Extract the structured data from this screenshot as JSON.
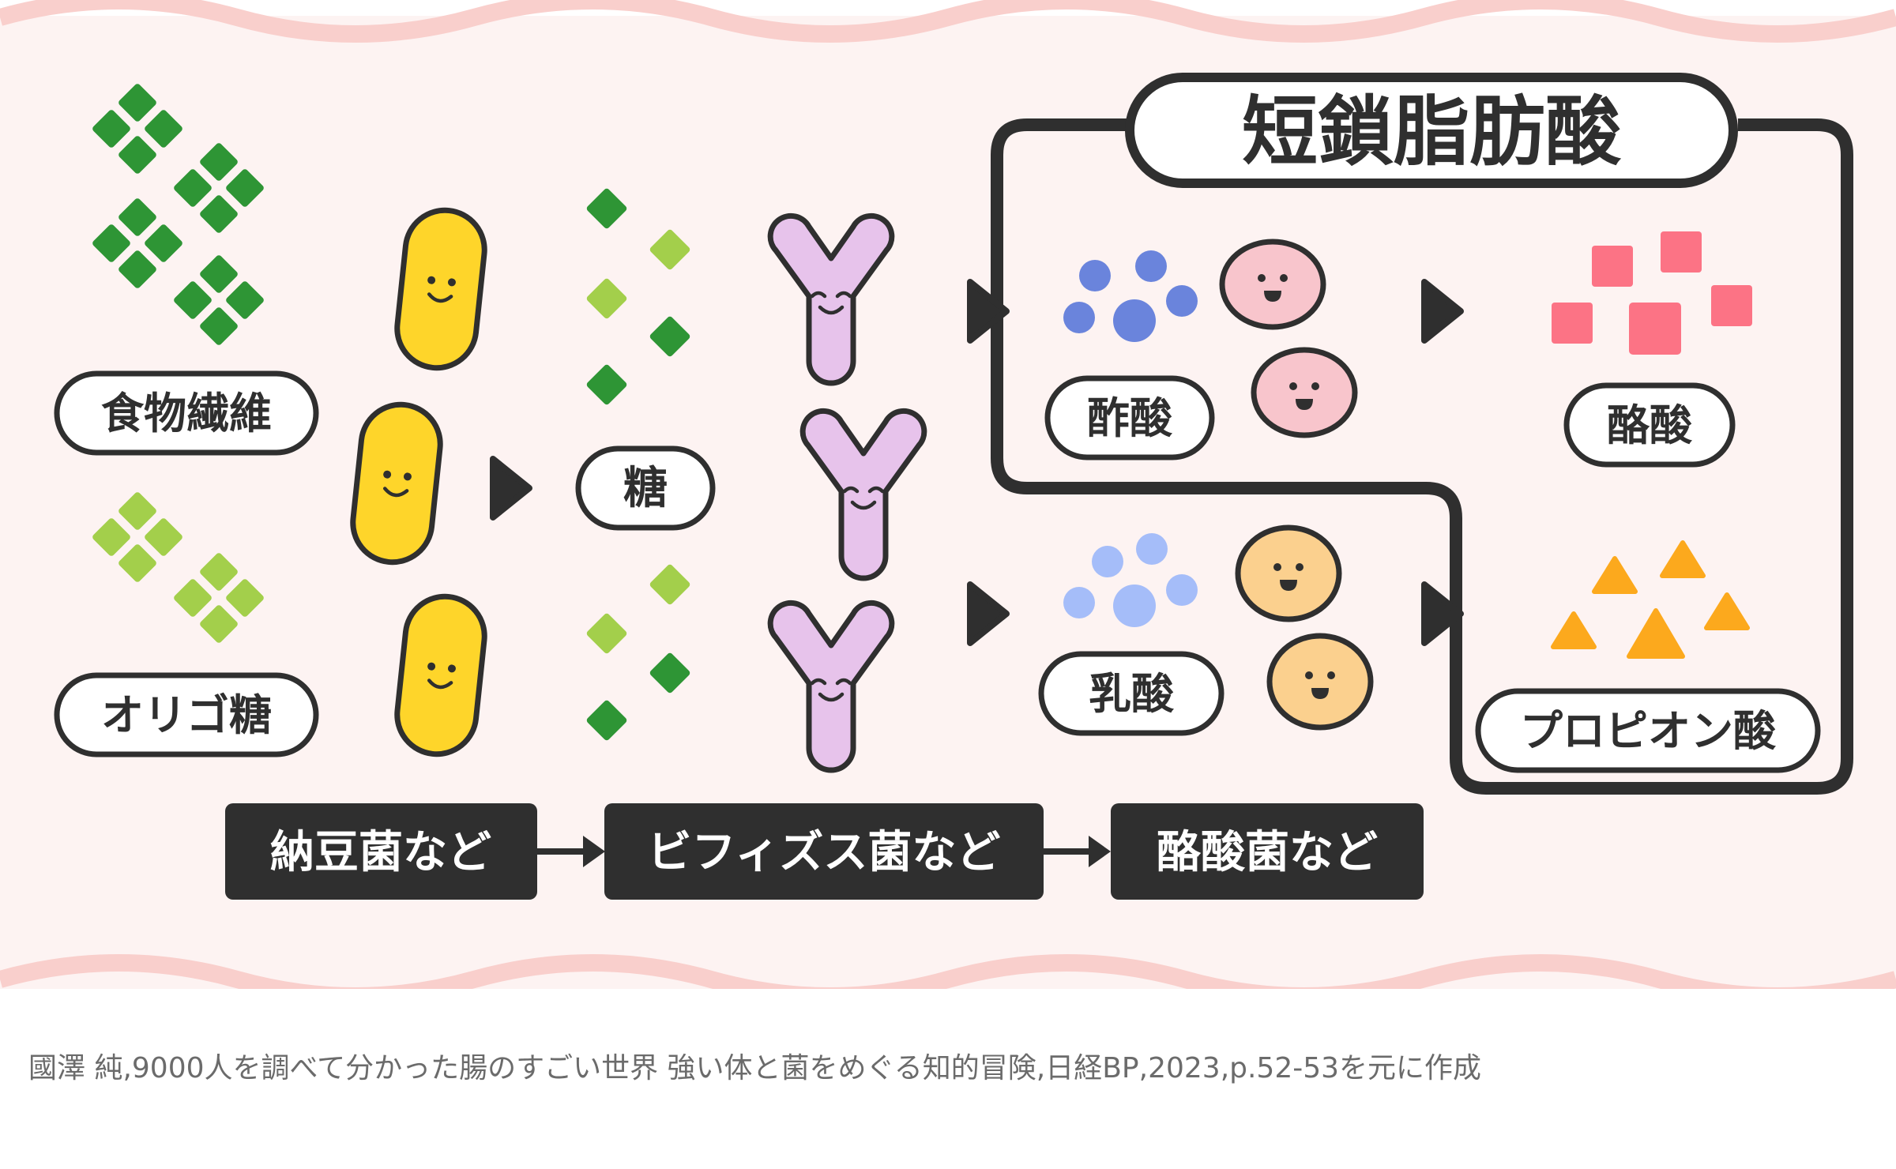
{
  "title": "短鎖脂肪酸",
  "inputs": {
    "fiber": "食物繊維",
    "oligo": "オリゴ糖"
  },
  "intermediate": {
    "sugar": "糖"
  },
  "acids": {
    "acetic": "酢酸",
    "lactic": "乳酸",
    "butyric": "酪酸",
    "propionic": "プロピオン酸"
  },
  "bacteria_chain": [
    "納豆菌など",
    "ビフィズス菌など",
    "酪酸菌など"
  ],
  "source": "國澤 純,9000人を調べて分かった腸のすごい世界 強い体と菌をめぐる知的冒険,日経BP,2023,p.52-53を元に作成",
  "colors": {
    "background_panel": "#fdf3f2",
    "wave_border": "#f9cfcc",
    "dark": "#2f2f2f",
    "fiber_green": "#2e9535",
    "oligo_green": "#a3cf4b",
    "natto_yellow": "#fed52a",
    "bifido_lilac": "#e7c3eb",
    "acetic_blue": "#6a84dc",
    "lactic_blue": "#a5bdf9",
    "acetic_bacteria_pink": "#f8c5cc",
    "lactic_bacteria_peach": "#fbd08e",
    "butyric_pink": "#fc7385",
    "propionic_orange": "#fca91d"
  }
}
